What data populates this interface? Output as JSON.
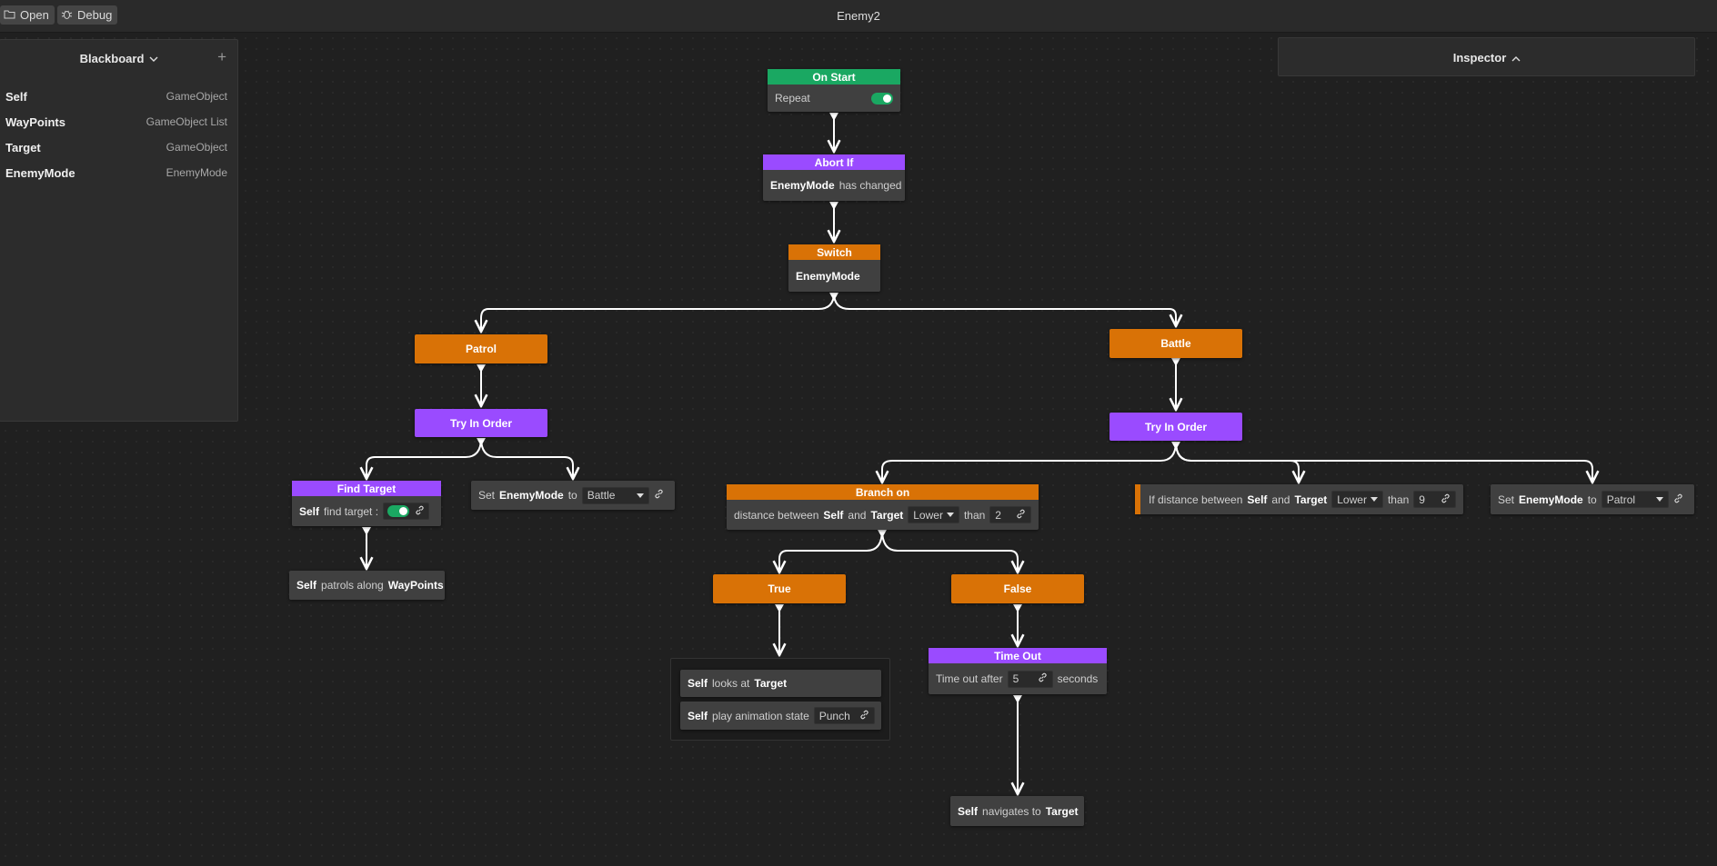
{
  "toolbar": {
    "open_label": "Open",
    "debug_label": "Debug",
    "window_title": "Enemy2"
  },
  "blackboard": {
    "title": "Blackboard",
    "variables": [
      {
        "name": "Self",
        "type": "GameObject"
      },
      {
        "name": "WayPoints",
        "type": "GameObject List"
      },
      {
        "name": "Target",
        "type": "GameObject"
      },
      {
        "name": "EnemyMode",
        "type": "EnemyMode"
      }
    ]
  },
  "inspector": {
    "title": "Inspector"
  },
  "nodes": {
    "on_start": {
      "header": "On Start",
      "repeat_label": "Repeat"
    },
    "abort_if": {
      "header": "Abort If",
      "var": "EnemyMode",
      "text": "has changed"
    },
    "switch": {
      "header": "Switch",
      "var": "EnemyMode"
    },
    "patrol": {
      "label": "Patrol"
    },
    "battle": {
      "label": "Battle"
    },
    "try_left": {
      "label": "Try In Order"
    },
    "try_right": {
      "label": "Try In Order"
    },
    "find_target": {
      "header": "Find Target",
      "subject": "Self",
      "text": "find target :"
    },
    "set_left": {
      "set": "Set",
      "var": "EnemyMode",
      "to": "to",
      "value": "Battle"
    },
    "patrols": {
      "subject": "Self",
      "text": "patrols along",
      "object": "WayPoints"
    },
    "branch": {
      "header": "Branch on",
      "t1": "distance between",
      "a": "Self",
      "and": "and",
      "b": "Target",
      "op": "Lower",
      "than": "than",
      "value": "2"
    },
    "if_dist": {
      "t1": "If distance between",
      "a": "Self",
      "and": "and",
      "b": "Target",
      "op": "Lower",
      "than": "than",
      "value": "9"
    },
    "set_right": {
      "set": "Set",
      "var": "EnemyMode",
      "to": "to",
      "value": "Patrol"
    },
    "true_node": {
      "label": "True"
    },
    "false_node": {
      "label": "False"
    },
    "looks": {
      "subject": "Self",
      "text": "looks at",
      "object": "Target"
    },
    "anim": {
      "subject": "Self",
      "text": "play animation state",
      "value": "Punch"
    },
    "timeout": {
      "header": "Time Out",
      "text": "Time out after",
      "value": "5",
      "unit": "seconds"
    },
    "navigates": {
      "subject": "Self",
      "text": "navigates to",
      "object": "Target"
    }
  },
  "colors": {
    "green": "#1aa862",
    "purple": "#9a4bff",
    "orange": "#d97206",
    "background": "#202020"
  }
}
